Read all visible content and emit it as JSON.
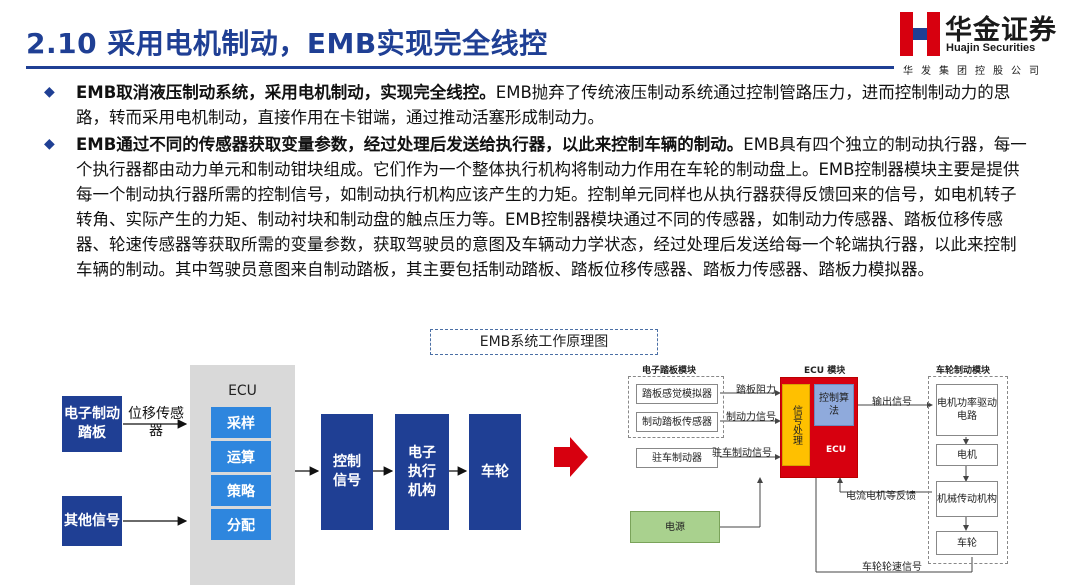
{
  "header": {
    "title": "2.10 采用电机制动，EMB实现完全线控",
    "logo_cn": "华金证券",
    "logo_en": "Huajin Securities",
    "logo_sub": "华发集团控股公司",
    "brand_color": "#1f3f94"
  },
  "bullets": [
    {
      "bold": "EMB取消液压制动系统，采用电机制动，实现完全线控。",
      "text": "EMB抛弃了传统液压制动系统通过控制管路压力，进而控制制动力的思路，转而采用电机制动，直接作用在卡钳端，通过推动活塞形成制动力。"
    },
    {
      "bold": "EMB通过不同的传感器获取变量参数，经过处理后发送给执行器，以此来控制车辆的制动。",
      "text": "EMB具有四个独立的制动执行器，每一个执行器都由动力单元和制动钳块组成。它们作为一个整体执行机构将制动力作用在车轮的制动盘上。EMB控制器模块主要是提供每一个制动执行器所需的控制信号，如制动执行机构应该产生的力矩。控制单元同样也从执行器获得反馈回来的信号，如电机转子转角、实际产生的力矩、制动衬块和制动盘的触点压力等。EMB控制器模块通过不同的传感器，如制动力传感器、踏板位移传感器、轮速传感器等获取所需的变量参数，获取驾驶员的意图及车辆动力学状态，经过处理后发送给每一个轮端执行器，以此来控制车辆的制动。其中驾驶员意图来自制动踏板，其主要包括制动踏板、踏板位移传感器、踏板力传感器、踏板力模拟器。"
    }
  ],
  "diagram_caption": "EMB系统工作原理图",
  "flow": {
    "pedal": "电子制动踏板",
    "other": "其他信号",
    "disp_sensor": "位移传感器",
    "ecu": "ECU",
    "ecu_items": [
      "采样",
      "运算",
      "策略",
      "分配"
    ],
    "control_signal": "控制信号",
    "actuator": "电子执行机构",
    "wheel": "车轮"
  },
  "schematic": {
    "pedal_module": "电子踏板模块",
    "ecu_module": "ECU 模块",
    "wheel_module": "车轮制动模块",
    "pedal_sim": "踏板感觉模拟器",
    "pedal_sensor": "制动踏板传感器",
    "parking": "驻车制动器",
    "power": "电源",
    "signal_proc": "信号处理",
    "ctrl_algo": "控制算法",
    "ecu": "ECU",
    "pedal_resistance": "踏板阻力",
    "brake_force_signal": "制动力信号",
    "parking_signal": "驻车制动信号",
    "output_signal": "输出信号",
    "feedback": "电流电机等反馈",
    "wheel_speed": "车轮轮速信号",
    "motor_drive": "电机功率驱动电路",
    "motor": "电机",
    "mech": "机械传动机构",
    "wheel": "车轮"
  }
}
